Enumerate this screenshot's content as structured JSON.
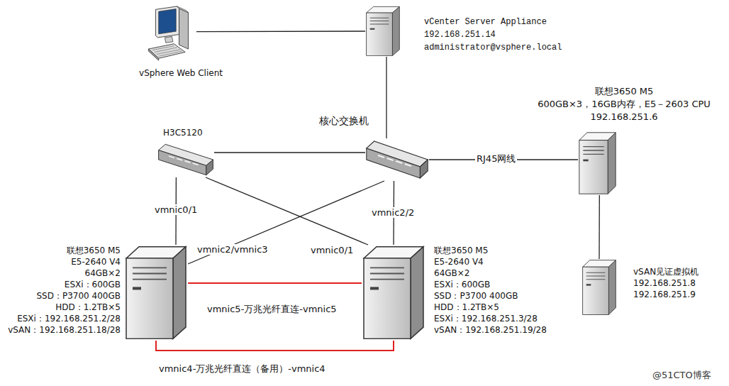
{
  "diagram": {
    "nodes": [
      {
        "text": [
          "vSphere Web Client"
        ]
      },
      {
        "text": [
          "vCenter Server Appliance",
          "192.168.251.14",
          "administrator@vsphere.local"
        ]
      },
      {
        "text": [
          "H3C5120"
        ]
      },
      {
        "text": [
          "核心交换机"
        ]
      },
      {
        "text": [
          "联想3650 M5",
          "600GB×3，16GB内存，E5－2603 CPU",
          "192.168.251.6"
        ]
      },
      {
        "text": [
          "vSAN见证虚拟机",
          "192.168.251.8",
          "192.168.251.9"
        ]
      },
      {
        "text": [
          "联想3650 M5",
          "E5-2640 V4",
          "64GB×2",
          "ESXi：600GB",
          "SSD：P3700 400GB",
          "HDD：1.2TB×5",
          "ESXi：192.168.251.2/28",
          "vSAN：192.168.251.18/28"
        ]
      },
      {
        "text": [
          "联想3650 M5",
          "E5-2640 V4",
          "64GB×2",
          "ESXi：600GB",
          "SSD：P3700 400GB",
          "HDD：1.2TB×5",
          "ESXi：192.168.251.3/28",
          "vSAN：192.168.251.19/28"
        ]
      }
    ],
    "edges": [
      {
        "from": 0,
        "to": 1,
        "arrow": "none"
      },
      {
        "from": 1,
        "to": 3,
        "arrow": "none"
      },
      {
        "from": 2,
        "to": 3,
        "arrow": "none"
      },
      {
        "from": 3,
        "to": 4,
        "label": "RJ45网线",
        "arrow": "none"
      },
      {
        "from": 4,
        "to": 5,
        "arrow": "none"
      },
      {
        "from": 2,
        "to": 6,
        "label": "vmnic0/1",
        "arrow": "none"
      },
      {
        "from": 3,
        "to": 6,
        "label": "vmnic2/vmnic3",
        "arrow": "none"
      },
      {
        "from": 2,
        "to": 7,
        "label": "vmnic0/1",
        "arrow": "none"
      },
      {
        "from": 3,
        "to": 7,
        "label": "vmnic2/2",
        "arrow": "none"
      },
      {
        "from": 6,
        "to": 7,
        "label": "vmnic5-万兆光纤直连-vmnic5",
        "arrow": "none"
      },
      {
        "from": 6,
        "to": 7,
        "label": "vmnic4-万兆光纤直连（备用）-vmnic4",
        "arrow": "none"
      }
    ],
    "labels": [
      "@51CTO博客"
    ]
  }
}
